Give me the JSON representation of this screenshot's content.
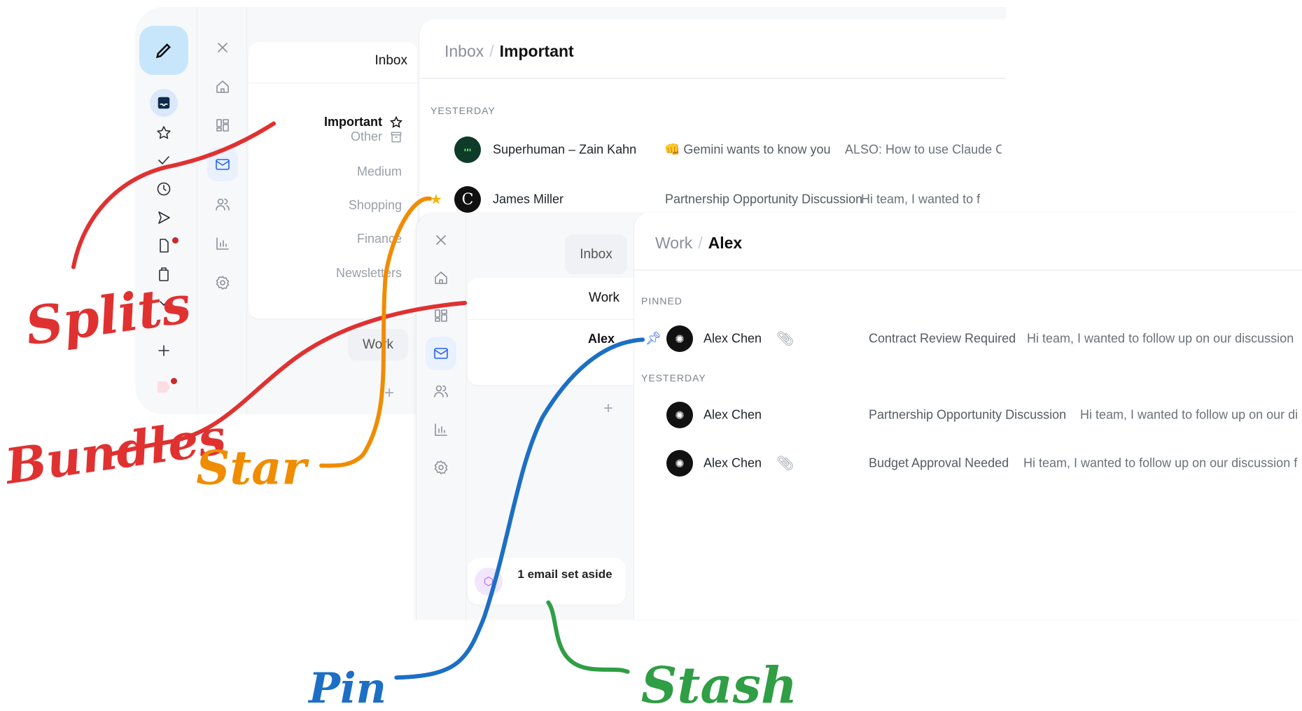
{
  "window_back": {
    "breadcrumb": {
      "parent": "Inbox",
      "current": "Important"
    },
    "folders_header": "Inbox",
    "splits": [
      {
        "label": "Important",
        "icon": "star-icon",
        "active": true
      },
      {
        "label": "Other",
        "icon": "archive-icon"
      },
      {
        "label": "Medium"
      },
      {
        "label": "Shopping"
      },
      {
        "label": "Finance"
      },
      {
        "label": "Newsletters"
      }
    ],
    "bundle_pill": "Work",
    "section": "YESTERDAY",
    "emails": [
      {
        "sender": "Superhuman – Zain Kahn",
        "subject": "👊 Gemini wants to know you",
        "preview": "ALSO: How to use Claude C",
        "avatar": "superhuman-logo"
      },
      {
        "sender": "James Miller",
        "subject": "Partnership Opportunity Discussion",
        "preview": "Hi team, I wanted to f",
        "avatar": "C",
        "starred": true
      }
    ]
  },
  "window_front": {
    "breadcrumb": {
      "parent": "Work",
      "current": "Alex"
    },
    "inbox_pill": "Inbox",
    "bundle": "Work",
    "bundle_child": "Alex",
    "stash": "1 email set aside",
    "sections": {
      "pinned": "PINNED",
      "yesterday": "YESTERDAY"
    },
    "emails": [
      {
        "sender": "Alex Chen",
        "subject": "Contract Review Required",
        "preview": "Hi team, I wanted to follow up on our discussion",
        "attachment": true,
        "pinned": true
      },
      {
        "sender": "Alex Chen",
        "subject": "Partnership Opportunity Discussion",
        "preview": "Hi team, I wanted to follow up on our di",
        "attachment": false
      },
      {
        "sender": "Alex Chen",
        "subject": "Budget Approval Needed",
        "preview": "Hi team, I wanted to follow up on our discussion f",
        "attachment": true
      }
    ]
  },
  "annotations": {
    "splits": "Splits",
    "bundles": "Bundles",
    "star": "Star",
    "pin": "Pin",
    "stash": "Stash"
  },
  "colors": {
    "accent": "#2563eb",
    "compose": "#c7e6fb",
    "red": "#e03131",
    "orange": "#f08c00",
    "blue": "#1c6fc4",
    "green": "#2f9e44"
  }
}
